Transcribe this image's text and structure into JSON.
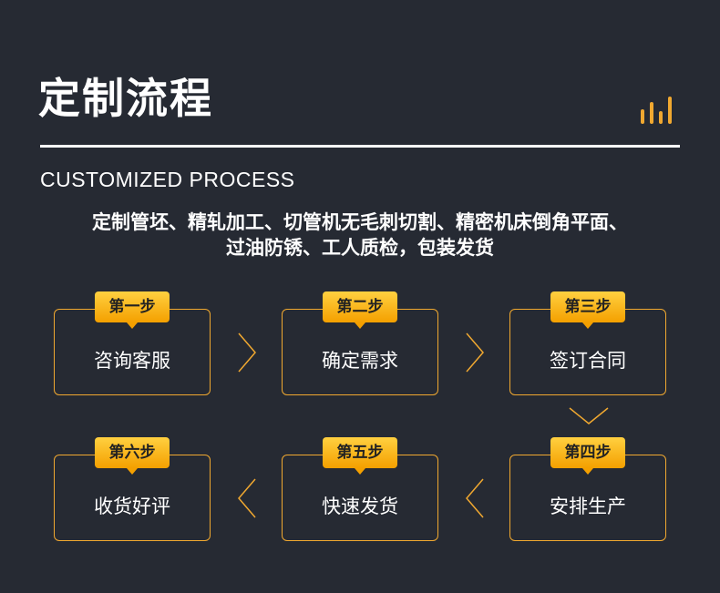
{
  "header": {
    "title": "定制流程",
    "subtitle": "CUSTOMIZED PROCESS"
  },
  "description": {
    "line1": "定制管坯、精轧加工、切管机无毛刺切割、精密机床倒角平面、",
    "line2": "过油防锈、工人质检，包装发货"
  },
  "colors": {
    "background": "#262a33",
    "accent": "#f0a830",
    "badge": "#ffc220",
    "text": "#ffffff"
  },
  "icons": {
    "header_icon": "bar-chart-icon",
    "arrow_right": "chevron-right-icon",
    "arrow_down": "chevron-down-icon",
    "arrow_left": "chevron-left-icon"
  },
  "steps": [
    {
      "badge": "第一步",
      "label": "咨询客服"
    },
    {
      "badge": "第二步",
      "label": "确定需求"
    },
    {
      "badge": "第三步",
      "label": "签订合同"
    },
    {
      "badge": "第四步",
      "label": "安排生产"
    },
    {
      "badge": "第五步",
      "label": "快速发货"
    },
    {
      "badge": "第六步",
      "label": "收货好评"
    }
  ]
}
